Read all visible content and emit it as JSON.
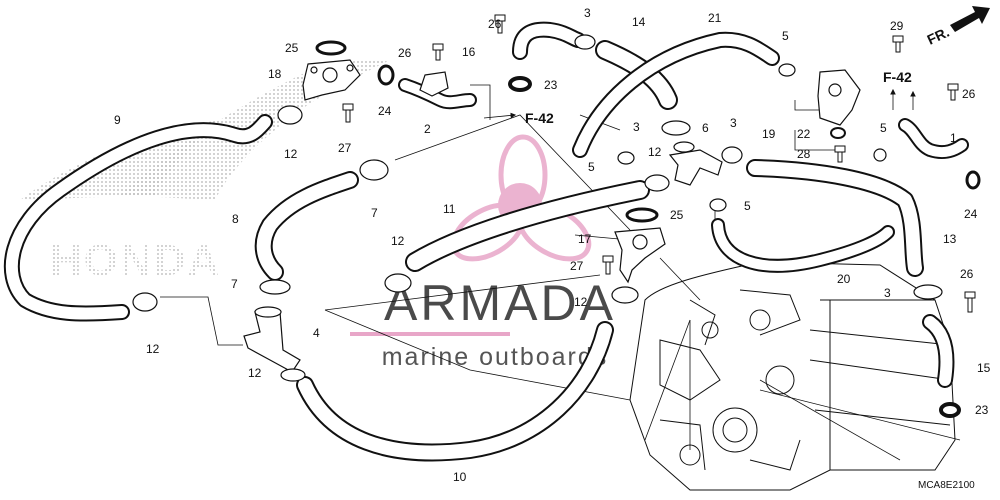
{
  "diagram": {
    "direction_marker": "FR.",
    "diagram_code": "MCA8E2100",
    "section_refs": [
      "F-42",
      "F-42"
    ],
    "watermark": {
      "brand_title": "ARMADA",
      "brand_subtitle": "marine outboards",
      "logo_text": "HONDA"
    },
    "callouts": [
      {
        "id": "c-26a",
        "label": "26"
      },
      {
        "id": "c-3a",
        "label": "3"
      },
      {
        "id": "c-14",
        "label": "14"
      },
      {
        "id": "c-21",
        "label": "21"
      },
      {
        "id": "c-29",
        "label": "29"
      },
      {
        "id": "c-25a",
        "label": "25"
      },
      {
        "id": "c-26b",
        "label": "26"
      },
      {
        "id": "c-16",
        "label": "16"
      },
      {
        "id": "c-5a",
        "label": "5"
      },
      {
        "id": "c-18",
        "label": "18"
      },
      {
        "id": "c-23a",
        "label": "23"
      },
      {
        "id": "c-26c",
        "label": "26"
      },
      {
        "id": "c-24a",
        "label": "24"
      },
      {
        "id": "c-2",
        "label": "2"
      },
      {
        "id": "c-9",
        "label": "9"
      },
      {
        "id": "c-3b",
        "label": "3"
      },
      {
        "id": "c-6",
        "label": "6"
      },
      {
        "id": "c-3c",
        "label": "3"
      },
      {
        "id": "c-19",
        "label": "19"
      },
      {
        "id": "c-22",
        "label": "22"
      },
      {
        "id": "c-5b",
        "label": "5"
      },
      {
        "id": "c-1",
        "label": "1"
      },
      {
        "id": "c-12a",
        "label": "12"
      },
      {
        "id": "c-27a",
        "label": "27"
      },
      {
        "id": "c-5c",
        "label": "5"
      },
      {
        "id": "c-12b",
        "label": "12"
      },
      {
        "id": "c-28",
        "label": "28"
      },
      {
        "id": "c-7a",
        "label": "7"
      },
      {
        "id": "c-11",
        "label": "11"
      },
      {
        "id": "c-5d",
        "label": "5"
      },
      {
        "id": "c-24b",
        "label": "24"
      },
      {
        "id": "c-8",
        "label": "8"
      },
      {
        "id": "c-25b",
        "label": "25"
      },
      {
        "id": "c-13",
        "label": "13"
      },
      {
        "id": "c-17",
        "label": "17"
      },
      {
        "id": "c-12c",
        "label": "12"
      },
      {
        "id": "c-27b",
        "label": "27"
      },
      {
        "id": "c-20",
        "label": "20"
      },
      {
        "id": "c-7b",
        "label": "7"
      },
      {
        "id": "c-26d",
        "label": "26"
      },
      {
        "id": "c-3d",
        "label": "3"
      },
      {
        "id": "c-12d",
        "label": "12"
      },
      {
        "id": "c-4",
        "label": "4"
      },
      {
        "id": "c-12e",
        "label": "12"
      },
      {
        "id": "c-12f",
        "label": "12"
      },
      {
        "id": "c-15",
        "label": "15"
      },
      {
        "id": "c-23b",
        "label": "23"
      },
      {
        "id": "c-10",
        "label": "10"
      }
    ]
  },
  "colors": {
    "line": "#111111",
    "watermark_text": "#4a4a4a",
    "watermark_accent": "#e8a6c8",
    "dot_pattern": "#9a9a9a"
  }
}
